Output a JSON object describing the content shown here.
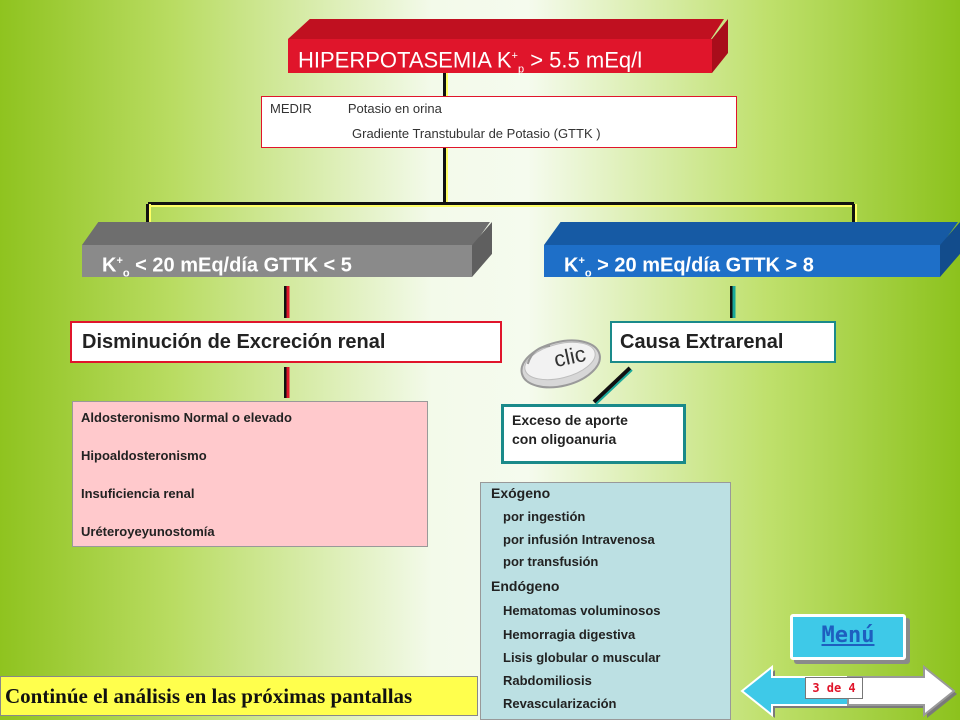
{
  "title": {
    "prefix": "HIPERPOTASEMIA  K",
    "sup": "+",
    "sub": "p",
    "suffix": " > 5.5 mEq/l"
  },
  "measure": {
    "label": "MEDIR",
    "line1": "Potasio en orina",
    "line2": "Gradiente Transtubular de Potasio   (GTTK  )"
  },
  "branch_left": {
    "k": "K",
    "sup": "+",
    "sub": "o",
    "text": " < 20 mEq/día     GTTK < 5"
  },
  "branch_right": {
    "k": "K",
    "sup": "+",
    "sub": "o",
    "text": " > 20 mEq/día     GTTK >  8"
  },
  "result_left": "Disminución de Excreción renal",
  "result_right": "Causa Extrarenal",
  "clic": "clic",
  "list_left": [
    "Aldosteronismo Normal o elevado",
    "Hipoaldosteronismo",
    "Insuficiencia renal",
    "Uréteroyeyunostomía"
  ],
  "exceso": {
    "line1": "Exceso de aporte",
    "line2": "con oligoanuria"
  },
  "list_right": {
    "h1": "Exógeno",
    "items1": [
      "por ingestión",
      "por infusión Intravenosa",
      "por transfusión"
    ],
    "h2": "Endógeno",
    "items2": [
      "Hematomas voluminosos",
      "Hemorragia digestiva",
      "Lisis globular o  muscular",
      "Rabdomiliosis",
      "Revascularización"
    ]
  },
  "footer": "Continúe el análisis en las próximas pantallas",
  "menu": "Menú",
  "page": "3 de 4",
  "colors": {
    "red": "#e0152b",
    "gray": "#8a8a8a",
    "blue": "#1e6fc8",
    "teal": "#1a8a8a",
    "yellow": "#ffff4d",
    "cyan": "#3ec9e8"
  }
}
